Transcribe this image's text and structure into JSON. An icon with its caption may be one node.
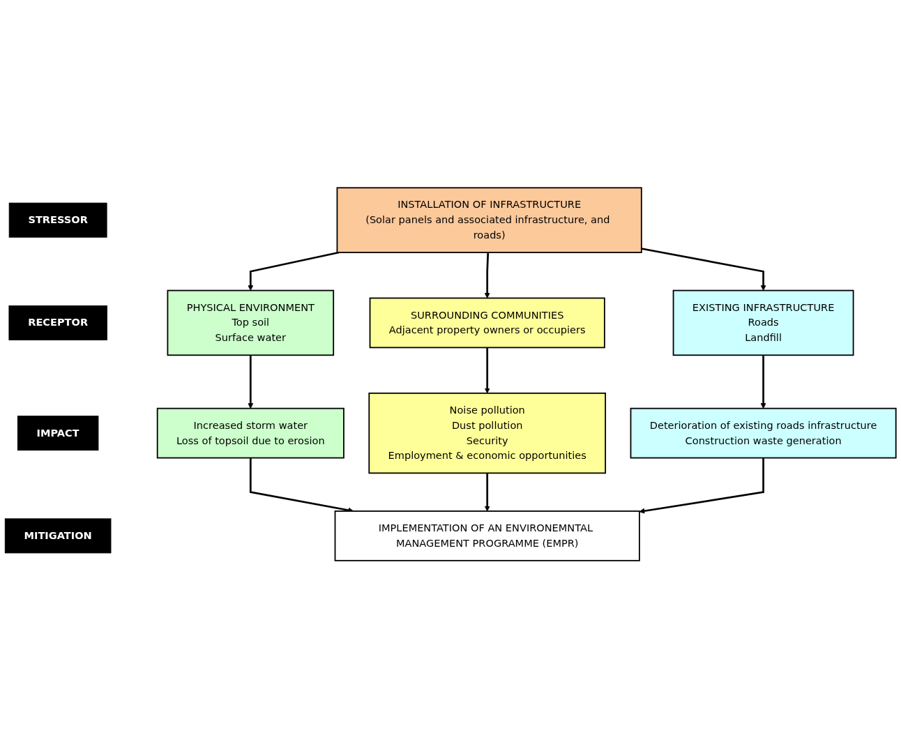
{
  "diagram": {
    "nodes": [
      {
        "text": [
          "STRESSOR"
        ]
      },
      {
        "text": [
          "RECEPTOR"
        ]
      },
      {
        "text": [
          "IMPACT"
        ]
      },
      {
        "text": [
          "MITIGATION"
        ]
      },
      {
        "text": [
          "INSTALLATION OF INFRASTRUCTURE",
          "(Solar panels and associated infrastructure, and roads)"
        ]
      },
      {
        "text": [
          "PHYSICAL ENVIRONMENT",
          "Top soil",
          "Surface water"
        ]
      },
      {
        "text": [
          "SURROUNDING COMMUNITIES",
          "Adjacent property owners or occupiers"
        ]
      },
      {
        "text": [
          "EXISTING INFRASTRUCTURE",
          "Roads",
          "Landfill"
        ]
      },
      {
        "text": [
          "Increased storm water",
          "Loss of topsoil due to erosion"
        ]
      },
      {
        "text": [
          "Noise pollution",
          "Dust pollution",
          "Security",
          "Employment & economic opportunities"
        ]
      },
      {
        "text": [
          "Deterioration of existing roads infrastructure",
          "Construction waste generation"
        ]
      },
      {
        "text": [
          "IMPLEMENTATION OF AN ENVIRONEMNTAL MANAGEMENT PROGRAMME (EMPR)"
        ]
      }
    ],
    "edges": [
      {
        "from": 4,
        "to": 5,
        "arrow": "to"
      },
      {
        "from": 4,
        "to": 6,
        "arrow": "to"
      },
      {
        "from": 4,
        "to": 7,
        "arrow": "to"
      },
      {
        "from": 5,
        "to": 8,
        "arrow": "to"
      },
      {
        "from": 6,
        "to": 9,
        "arrow": "to"
      },
      {
        "from": 7,
        "to": 10,
        "arrow": "to"
      },
      {
        "from": 8,
        "to": 11,
        "arrow": "to"
      },
      {
        "from": 9,
        "to": 11,
        "arrow": "to"
      },
      {
        "from": 10,
        "to": 11,
        "arrow": "to"
      }
    ]
  }
}
